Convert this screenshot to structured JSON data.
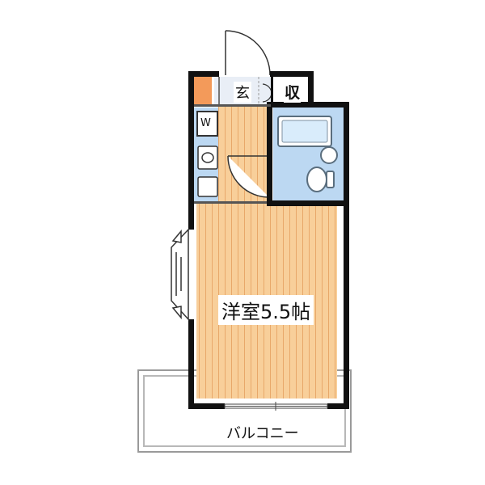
{
  "rooms": {
    "entrance": "玄",
    "storage": "収",
    "washer": "W",
    "western_room": "洋室5.5帖",
    "balcony": "バルコニー"
  },
  "colors": {
    "wall": "#111111",
    "floor": "#f8cf9a",
    "floor_stripe": "#e8a86a",
    "tile": "#bcd8f2",
    "balcony_outline": "#9a9a9a",
    "accent": "#f39a5a"
  }
}
